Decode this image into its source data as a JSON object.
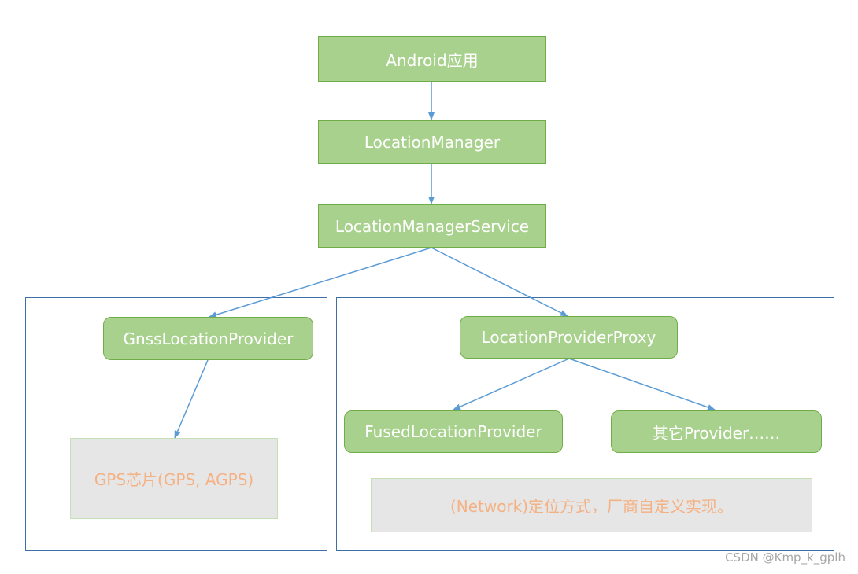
{
  "nodes": {
    "android_app": "Android应用",
    "location_manager": "LocationManager",
    "location_manager_service": "LocationManagerService",
    "gnss_location_provider": "GnssLocationProvider",
    "location_provider_proxy": "LocationProviderProxy",
    "fused_location_provider": "FusedLocationProvider",
    "other_provider": "其它Provider……"
  },
  "notes": {
    "gps_chip": "GPS芯片(GPS, AGPS)",
    "network_impl": "(Network)定位方式，厂商自定义实现。"
  },
  "watermark": "CSDN @Kmp_k_gplh",
  "colors": {
    "node_fill": "#a9d18e",
    "node_border": "#70ad47",
    "node_text": "#ffffff",
    "note_fill": "#e7e6e6",
    "note_text": "#f4b183",
    "arrow": "#5b9bd5",
    "frame_border": "#3d6ea8"
  }
}
